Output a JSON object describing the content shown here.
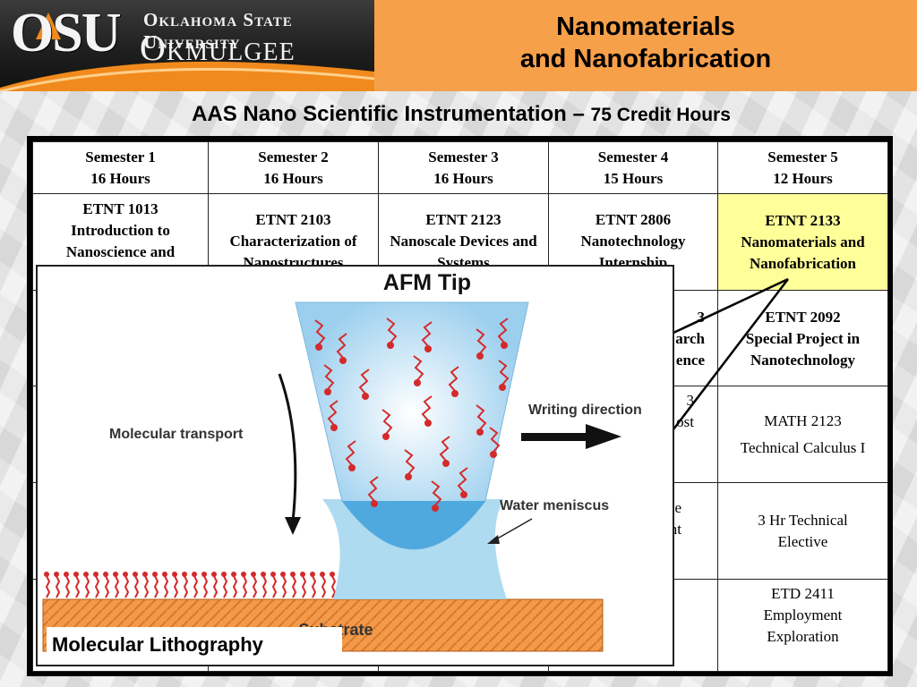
{
  "header": {
    "logo_osu": "OSU",
    "logo_university": "Oklahoma State University",
    "logo_campus": "Okmulgee",
    "title_line1": "Nanomaterials",
    "title_line2": "and Nanofabrication"
  },
  "subtitle": {
    "program": "AAS Nano Scientific Instrumentation",
    "dash": "–",
    "credits": "75 Credit Hours"
  },
  "table": {
    "headers": [
      {
        "semester": "Semester 1",
        "hours": "16 Hours"
      },
      {
        "semester": "Semester 2",
        "hours": "16 Hours"
      },
      {
        "semester": "Semester 3",
        "hours": "16 Hours"
      },
      {
        "semester": "Semester 4",
        "hours": "15 Hours"
      },
      {
        "semester": "Semester 5",
        "hours": "12 Hours"
      }
    ],
    "row1": {
      "c1": {
        "code": "ETNT 1013",
        "title": "Introduction to Nanoscience and Nanotechnology"
      },
      "c2": {
        "code": "ETNT 2103",
        "title": "Characterization of Nanostructures"
      },
      "c3": {
        "code": "ETNT 2123",
        "title": "Nanoscale Devices and Systems"
      },
      "c4": {
        "code": "ETNT 2806",
        "title": "Nanotechnology Internship"
      },
      "c5": {
        "code": "ETNT 2133",
        "title": "Nanomaterials and Nanofabrication"
      }
    },
    "row2": {
      "c4_partial": [
        "3",
        "arch",
        "ence"
      ],
      "c5": {
        "code": "ETNT 2092",
        "title": "Special Project in Nanotechnology"
      }
    },
    "row3": {
      "c4_partial": [
        "3",
        "ost"
      ],
      "c5": {
        "code": "MATH 2123",
        "title": "Technical Calculus I"
      }
    },
    "row4": {
      "c4_partial": [
        "e",
        "nt"
      ],
      "c5": {
        "line1": "3 Hr Technical",
        "line2": "Elective"
      }
    },
    "row5": {
      "c5": {
        "code": "ETD 2411",
        "line1": "Employment",
        "line2": "Exploration"
      }
    }
  },
  "figure": {
    "title": "AFM Tip",
    "label_transport": "Molecular transport",
    "label_writing": "Writing direction",
    "label_meniscus": "Water meniscus",
    "label_substrate": "Substrate",
    "caption": "Molecular Lithography",
    "colors": {
      "tip_top": "#cfe6f5",
      "tip_mid": "#9fd0ee",
      "meniscus": "#5ab3e3",
      "molecule": "#d42a2a",
      "substrate": "#f29a4a"
    }
  }
}
